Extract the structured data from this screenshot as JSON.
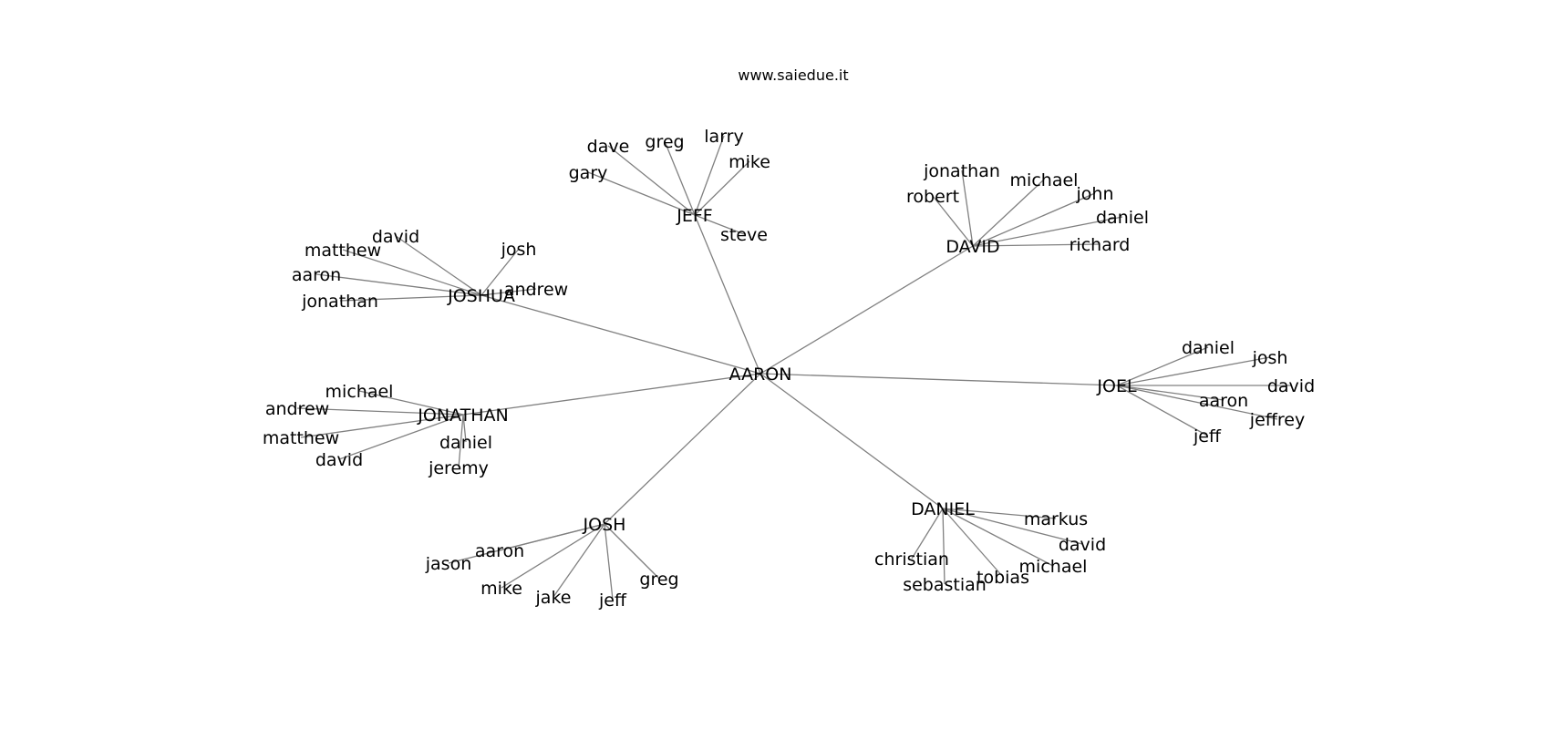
{
  "title": "www.saiedue.it",
  "colors": {
    "edge": "#808080",
    "text": "#000000",
    "background": "#ffffff"
  },
  "root": "AARON",
  "clusters": [
    {
      "hub": "JEFF",
      "leaves": [
        "gary",
        "dave",
        "greg",
        "larry",
        "mike",
        "steve"
      ]
    },
    {
      "hub": "DAVID",
      "leaves": [
        "robert",
        "jonathan",
        "michael",
        "john",
        "daniel",
        "richard"
      ]
    },
    {
      "hub": "JOSHUA",
      "leaves": [
        "david",
        "matthew",
        "aaron",
        "jonathan",
        "josh",
        "andrew"
      ]
    },
    {
      "hub": "JOEL",
      "leaves": [
        "daniel",
        "josh",
        "david",
        "aaron",
        "jeffrey",
        "jeff"
      ]
    },
    {
      "hub": "JONATHAN",
      "leaves": [
        "michael",
        "andrew",
        "matthew",
        "david",
        "daniel",
        "jeremy"
      ]
    },
    {
      "hub": "JOSH",
      "leaves": [
        "aaron",
        "jason",
        "mike",
        "jake",
        "jeff",
        "greg"
      ]
    },
    {
      "hub": "DANIEL",
      "leaves": [
        "markus",
        "david",
        "michael",
        "tobias",
        "sebastian",
        "christian"
      ]
    }
  ]
}
